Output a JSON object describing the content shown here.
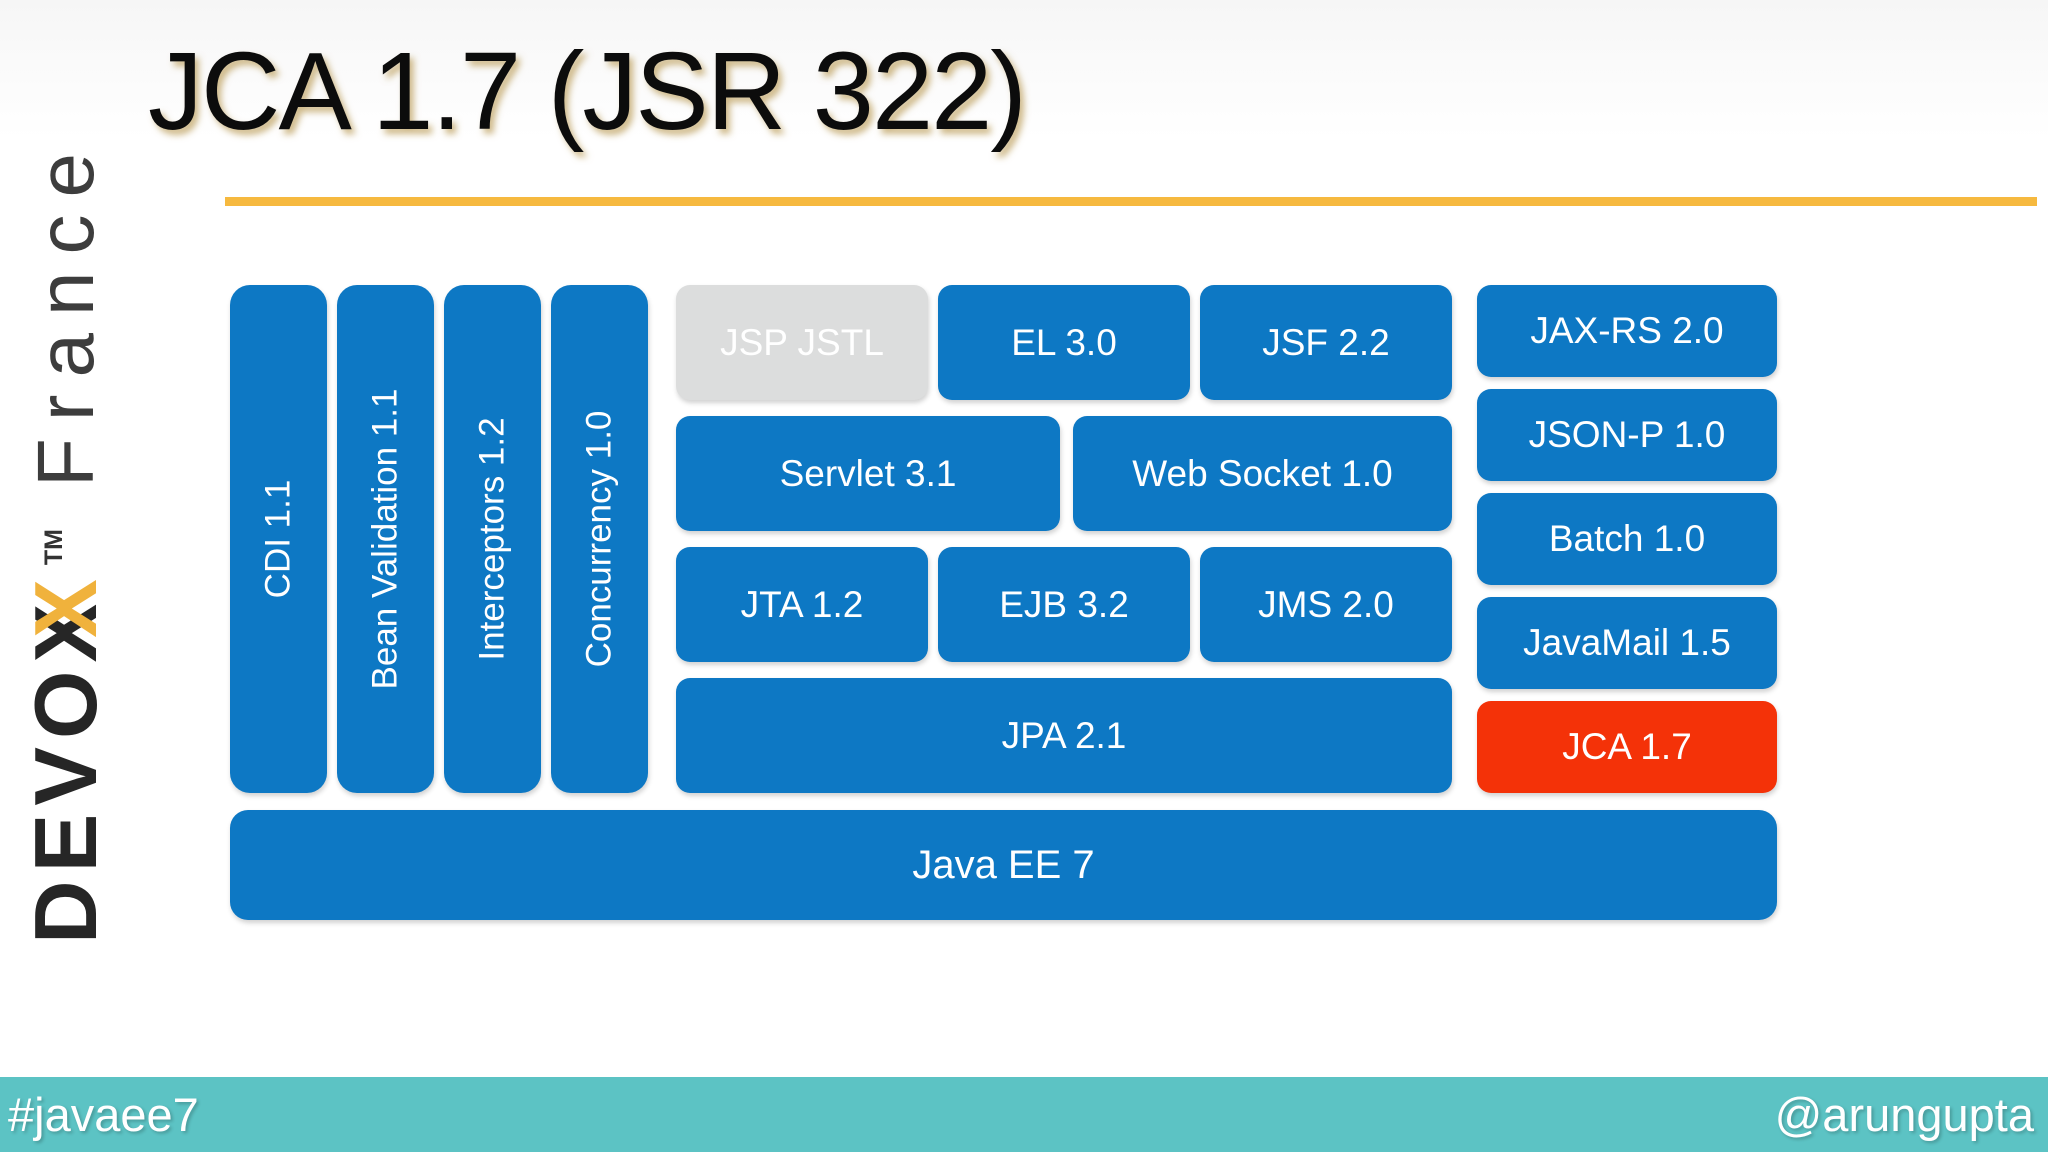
{
  "slide": {
    "title": "JCA 1.7 (JSR 322)"
  },
  "logo": {
    "brand_prefix": "DEVO",
    "x_black": "X",
    "x_yellow": "X",
    "trademark": "TM",
    "region": "France"
  },
  "colors": {
    "block_blue": "#0d78c4",
    "block_gray": "#dcdddd",
    "block_red": "#f43208",
    "footer_teal": "#5cc3c4",
    "rule_amber": "#f6b93f",
    "logo_yellow": "#f0b23c"
  },
  "diagram": {
    "pillars": [
      {
        "label": "CDI 1.1"
      },
      {
        "label": "Bean Validation 1.1"
      },
      {
        "label": "Interceptors 1.2"
      },
      {
        "label": "Concurrency 1.0"
      }
    ],
    "blocks": [
      {
        "label": "JSP JSTL"
      },
      {
        "label": "EL 3.0"
      },
      {
        "label": "JSF 2.2"
      },
      {
        "label": "Servlet 3.1"
      },
      {
        "label": "Web Socket 1.0"
      },
      {
        "label": "JTA 1.2"
      },
      {
        "label": "EJB 3.2"
      },
      {
        "label": "JMS 2.0"
      },
      {
        "label": "JPA 2.1"
      }
    ],
    "right_blocks": [
      {
        "label": "JAX-RS 2.0"
      },
      {
        "label": "JSON-P 1.0"
      },
      {
        "label": "Batch 1.0"
      },
      {
        "label": "JavaMail 1.5"
      },
      {
        "label": "JCA 1.7"
      }
    ],
    "base": {
      "label": "Java EE 7"
    }
  },
  "footer": {
    "hashtag": "#javaee7",
    "handle": "@arungupta"
  }
}
